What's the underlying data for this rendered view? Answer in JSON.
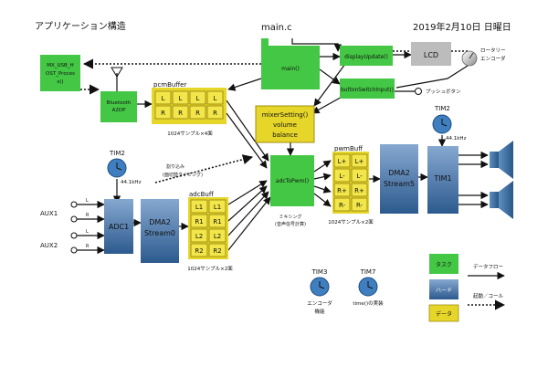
{
  "header": {
    "title": "アプリケーション構造",
    "file": "main.c",
    "date": "2019年2月10日 日曜日"
  },
  "colors": {
    "task": "#44c744",
    "hard_top": "#6f93bf",
    "hard_bottom": "#2f5f93",
    "data": "#e6d62a",
    "data_border": "#a08f10",
    "data_cell": "#f2e64a",
    "grey_box": "#bcbcbc",
    "line": "#111111",
    "clock": "#3f7fc0"
  },
  "tasks": {
    "mx_usb": [
      "MX_USB_H",
      "OST_Proces",
      "s()"
    ],
    "bluetooth": [
      "Bluetooth",
      "A2DP"
    ],
    "main": "main()",
    "display_update": "displayUpdate()",
    "button_switch": "buttonSwitchInput()",
    "mixer_setting": [
      "mixerSetting()",
      "volume",
      "balance"
    ],
    "adc_to_pwm": "adcToPwm()",
    "mixing_note": [
      "ミキシング",
      "(音声信号計算)"
    ]
  },
  "hardware": {
    "lcd": "LCD",
    "rotary": [
      "ロータリー",
      "エンコーダ"
    ],
    "push_button": "プッシュボタン",
    "adc1": "ADC1",
    "dma2_stream0": [
      "DMA2",
      "Stream0"
    ],
    "dma2_stream5": [
      "DMA2",
      "Stream5"
    ],
    "tim1": "TIM1"
  },
  "timers": {
    "tim2_left": "TIM2",
    "tim2_left_freq": "44.1kHz",
    "tim2_right": "TIM2",
    "tim2_right_freq": "44.1kHz",
    "interrupt_note": [
      "割り込み",
      "(面切替タイミング)"
    ]
  },
  "inputs": {
    "aux1": "AUX1",
    "aux2": "AUX2",
    "channels": [
      "L",
      "R",
      "L",
      "R"
    ]
  },
  "buffers": {
    "pcm": {
      "name": "pcmBuffer",
      "rows": [
        [
          "L",
          "L",
          "L",
          "L"
        ],
        [
          "R",
          "R",
          "R",
          "R"
        ]
      ],
      "caption": "1024サンプル×4面"
    },
    "adc": {
      "name": "adcBuff",
      "rows": [
        [
          "L1",
          "L1"
        ],
        [
          "R1",
          "R1"
        ],
        [
          "L2",
          "L2"
        ],
        [
          "R2",
          "R2"
        ]
      ],
      "caption": "1024サンプル×2面"
    },
    "pwm": {
      "name": "pwmBuff",
      "rows": [
        [
          "L+",
          "L+"
        ],
        [
          "L-",
          "L-"
        ],
        [
          "R+",
          "R+"
        ],
        [
          "R-",
          "R-"
        ]
      ],
      "caption": "1024サンプル×2面"
    }
  },
  "legend": {
    "task": "タスク",
    "hard": "ハード",
    "data": "データ",
    "data_flow": "データフロー",
    "call": "起動／コール",
    "tim3": "TIM3",
    "tim3_desc": [
      "エンコーダ",
      "機能"
    ],
    "tim7": "TIM7",
    "tim7_desc": "time()の実装"
  }
}
